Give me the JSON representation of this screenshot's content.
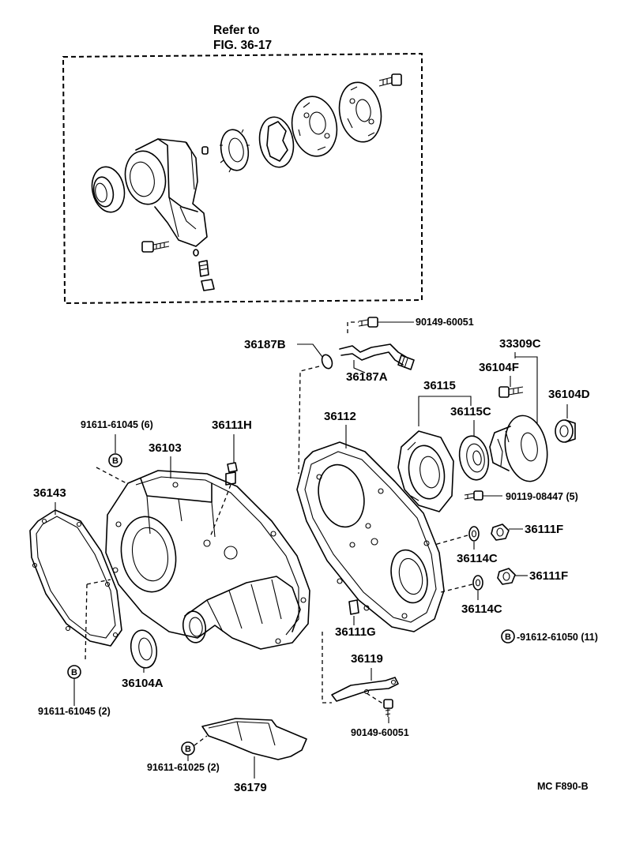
{
  "reference": {
    "line1": "Refer to",
    "line2": "FIG. 36-17"
  },
  "labels": {
    "p90149_60051_top": "90149-60051",
    "p36187B": "36187B",
    "p36187A": "36187A",
    "p33309C": "33309C",
    "p36104F": "36104F",
    "p36115": "36115",
    "p36104D": "36104D",
    "p36115C": "36115C",
    "p36112": "36112",
    "p36111H": "36111H",
    "p91611_61045_6": "91611-61045 (6)",
    "p36103": "36103",
    "p36143": "36143",
    "p90119_08447_5": "90119-08447 (5)",
    "p36111F_1": "36111F",
    "p36114C_1": "36114C",
    "p36111F_2": "36111F",
    "p36114C_2": "36114C",
    "p36111G": "36111G",
    "p91612_61050_11": "-91612-61050 (11)",
    "p36104A": "36104A",
    "p36119": "36119",
    "p91611_61045_2": "91611-61045 (2)",
    "p90149_60051_bottom": "90149-60051",
    "p91611_61025_2": "91611-61025 (2)",
    "p36179": "36179"
  },
  "marker_letter": "B",
  "figure_code": "MC  F890-B"
}
